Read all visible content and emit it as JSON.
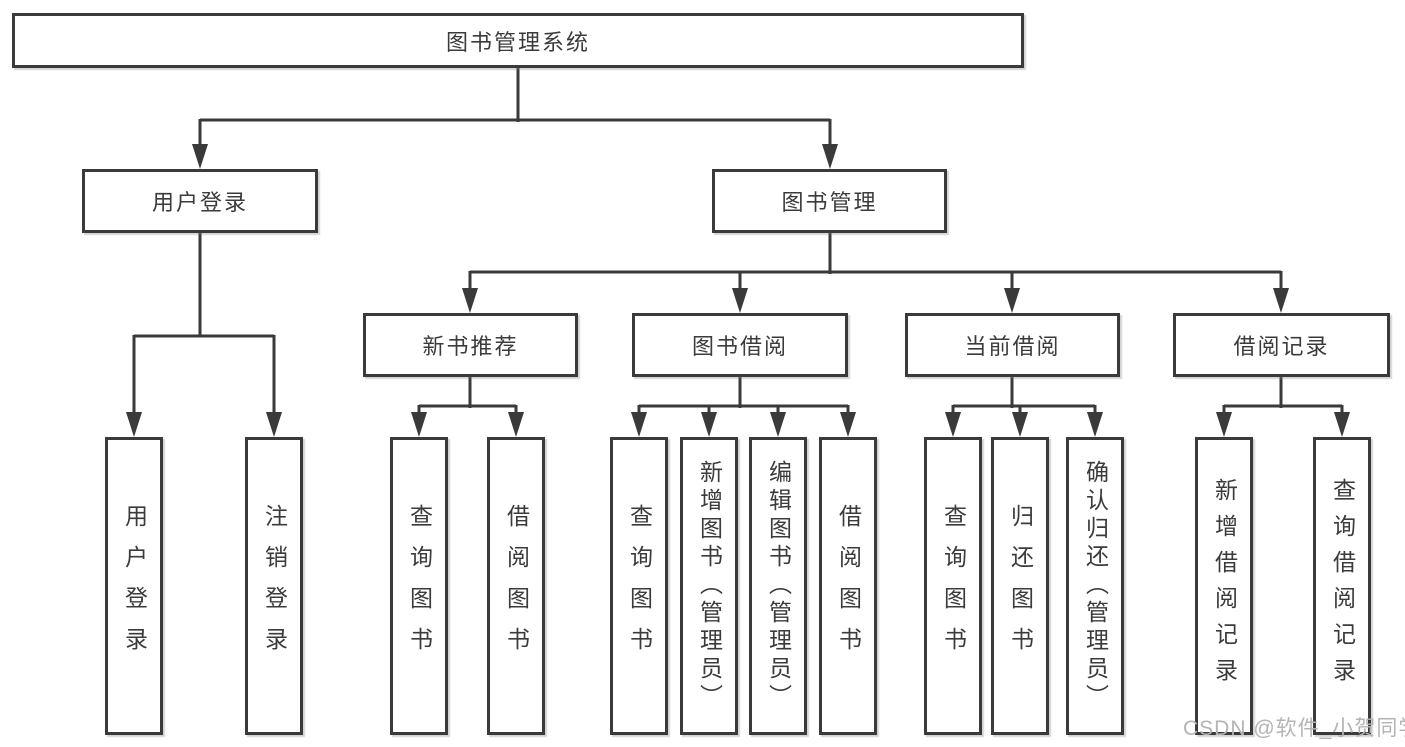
{
  "diagram_title": "图书管理系统",
  "nodes": {
    "root": "图书管理系统",
    "user_login": "用户登录",
    "book_mgmt": "图书管理",
    "new_book_rec": "新书推荐",
    "book_borrow": "图书借阅",
    "current_borrow": "当前借阅",
    "borrow_records": "借阅记录",
    "leaf_user_login": "用户登录",
    "leaf_logout": "注销登录",
    "leaf_query_book_rec": "查询图书",
    "leaf_borrow_book_rec": "借阅图书",
    "leaf_query_book_borrow": "查询图书",
    "leaf_add_book": "新增图书（管理员）",
    "leaf_edit_book": "编辑图书（管理员）",
    "leaf_borrow_book_borrow": "借阅图书",
    "leaf_query_book_current": "查询图书",
    "leaf_return_book": "归还图书",
    "leaf_confirm_return": "确认归还（管理员）",
    "leaf_add_record": "新增借阅记录",
    "leaf_query_record": "查询借阅记录"
  },
  "watermark": "CSDN @软件_小贺同学",
  "colors": {
    "line": "#3a3a3a",
    "text": "#3b3b3b",
    "watermark": "#b4b4b4",
    "background": "#ffffff"
  }
}
